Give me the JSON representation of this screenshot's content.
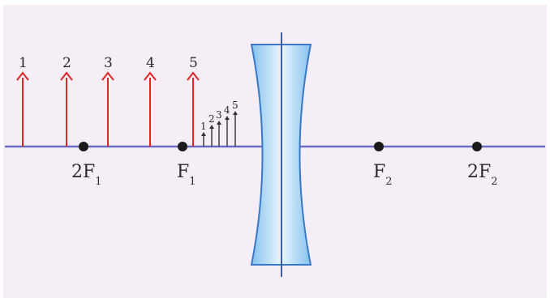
{
  "colors": {
    "background": "#f5eef7",
    "axis": "#6a6cc2",
    "object_arrow": "#e02424",
    "image_arrow": "#333333",
    "lens_edge": "#3a78c8",
    "lens_fill_center": "#eaf6fd",
    "lens_fill_edge": "#86c2ee",
    "focal_point": "#1a1a1a"
  },
  "objects": [
    {
      "label": "1"
    },
    {
      "label": "2"
    },
    {
      "label": "3"
    },
    {
      "label": "4"
    },
    {
      "label": "5"
    }
  ],
  "images": [
    {
      "label": "1"
    },
    {
      "label": "2"
    },
    {
      "label": "3"
    },
    {
      "label": "4"
    },
    {
      "label": "5"
    }
  ],
  "focal_points": [
    {
      "main": "2F",
      "sub": "1"
    },
    {
      "main": "F",
      "sub": "1"
    },
    {
      "main": "F",
      "sub": "2"
    },
    {
      "main": "2F",
      "sub": "2"
    }
  ],
  "lens": {
    "type": "concave-lens"
  }
}
